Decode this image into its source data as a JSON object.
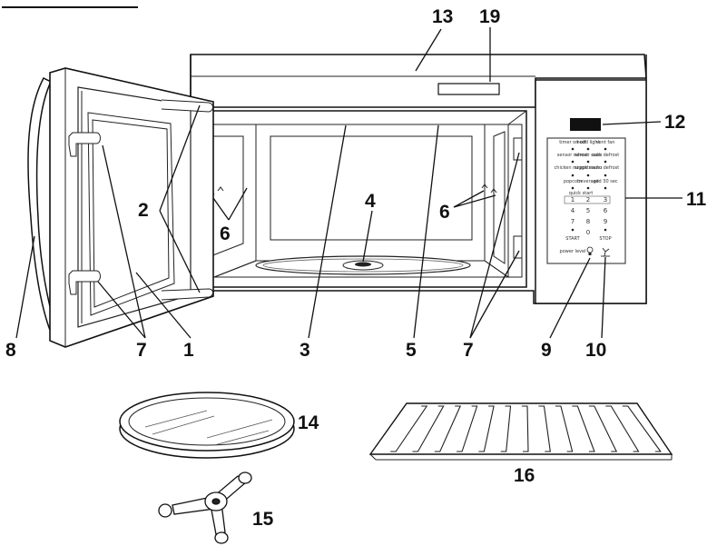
{
  "callouts": {
    "c1": "1",
    "c2": "2",
    "c3": "3",
    "c4": "4",
    "c5": "5",
    "c6a": "6",
    "c6b": "6",
    "c7a": "7",
    "c7b": "7",
    "c8": "8",
    "c9": "9",
    "c10": "10",
    "c11": "11",
    "c12": "12",
    "c13": "13",
    "c14": "14",
    "c15": "15",
    "c16": "16",
    "c19": "19"
  },
  "keypad": {
    "row1": [
      "timer on-off",
      "hood light",
      "vent fan"
    ],
    "row2": [
      "sensor reheat",
      "sensor cook",
      "auto defrost"
    ],
    "row3": [
      "chicken nuggets",
      "snack menu",
      "auto defrost"
    ],
    "row4": [
      "popcorn",
      "beverage",
      "add 30 sec"
    ],
    "quick_label": "quick start",
    "digits": [
      "1",
      "2",
      "3",
      "4",
      "5",
      "6",
      "7",
      "8",
      "9"
    ],
    "zero": "0",
    "start_label": "START",
    "stop_label": "STOP",
    "power_label": "power level"
  }
}
